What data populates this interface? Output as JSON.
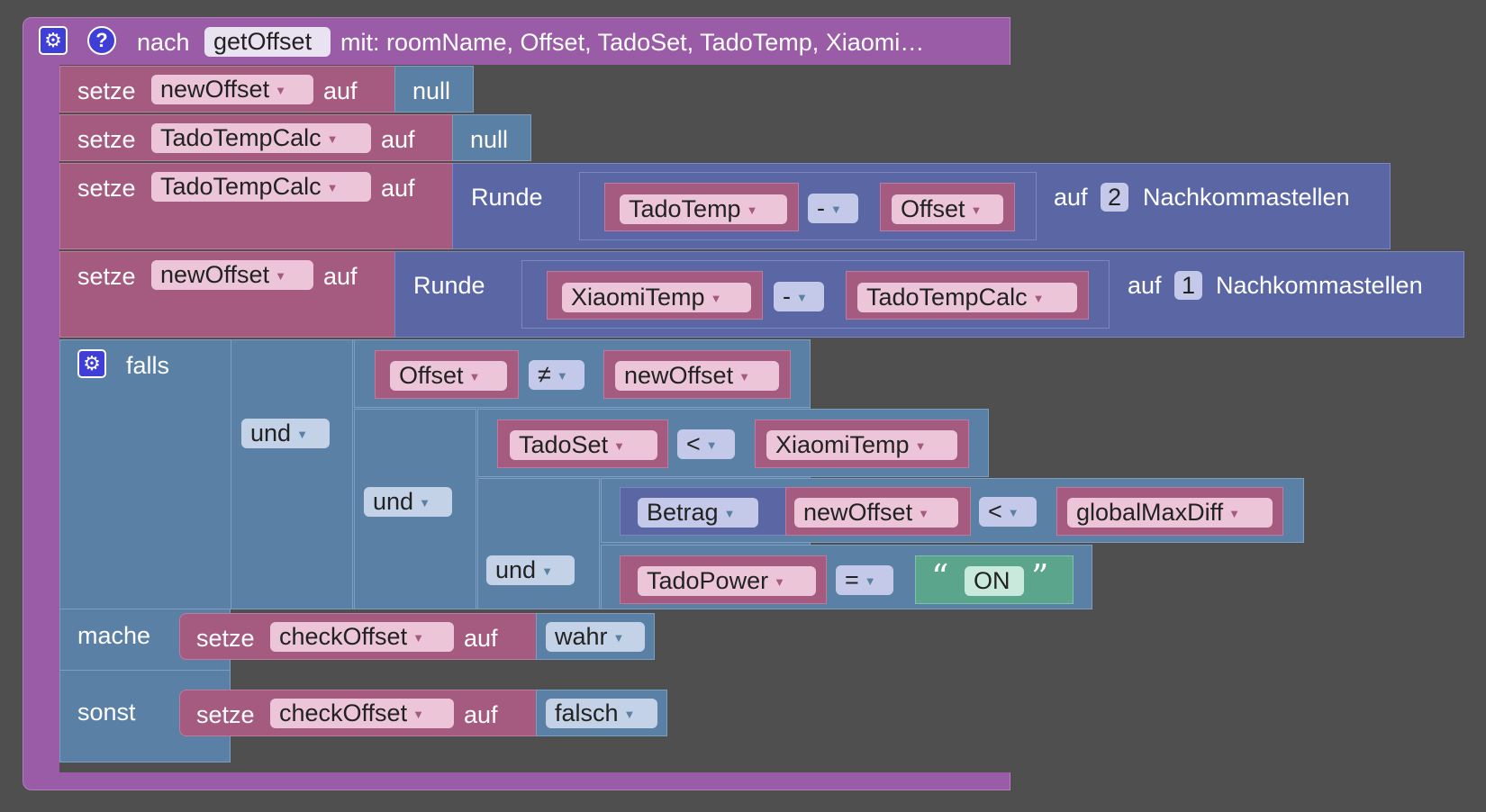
{
  "procedure": {
    "prefix": "nach",
    "name": "getOffset",
    "params": "mit: roomName, Offset, TadoSet, TadoTemp, Xiaomi…"
  },
  "kw": {
    "set": "setze",
    "to": "auf",
    "round": "Runde",
    "decimals": "Nachkommastellen",
    "if": "falls",
    "do": "mache",
    "else": "sonst",
    "and": "und",
    "abs": "Betrag"
  },
  "ops": {
    "minus": "-",
    "neq": "≠",
    "lt": "<",
    "eq": "="
  },
  "values": {
    "null": "null",
    "true": "wahr",
    "false": "falsch",
    "on": "ON",
    "dec2": "2",
    "dec1": "1"
  },
  "vars": {
    "newOffset": "newOffset",
    "tadoTempCalc": "TadoTempCalc",
    "tadoTemp": "TadoTemp",
    "offset": "Offset",
    "xiaomiTemp": "XiaomiTemp",
    "tadoSet": "TadoSet",
    "globalMaxDiff": "globalMaxDiff",
    "tadoPower": "TadoPower",
    "checkOffset": "checkOffset"
  },
  "icons": {
    "gear": "gear-icon",
    "help": "help-icon",
    "dropdown": "dropdown-arrow-icon"
  }
}
